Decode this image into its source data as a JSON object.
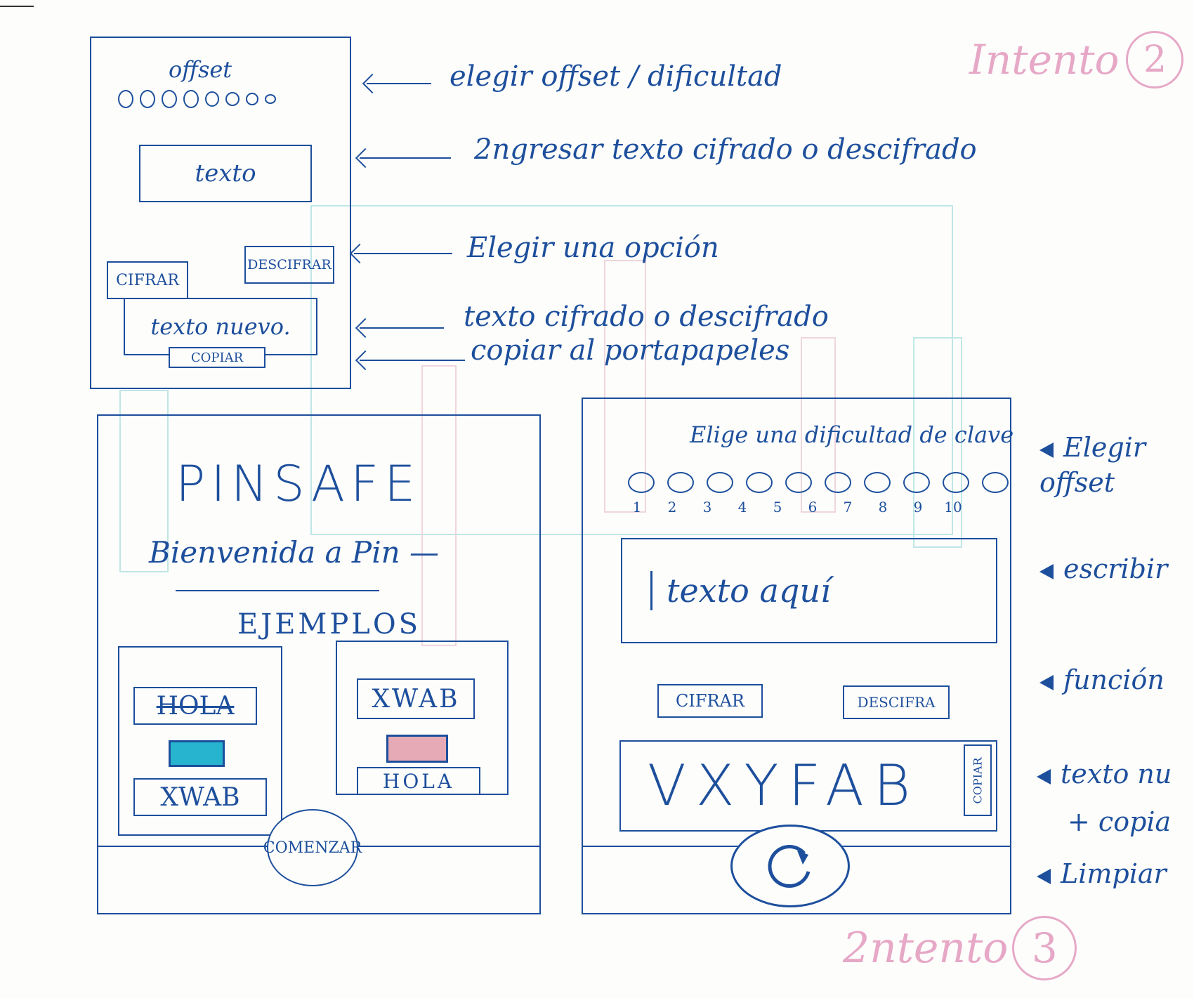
{
  "attempt_labels": {
    "top": "Intento",
    "top_number": "2",
    "bottom": "2ntento",
    "bottom_number": "3"
  },
  "sketch1": {
    "offset_label": "offset",
    "text_input": "texto",
    "cipher_button": "CIFRAR",
    "decipher_button": "DESCIFRAR",
    "output": "texto nuevo.",
    "copy_button": "COPIAR"
  },
  "sketch1_annotations": [
    "elegir offset / dificultad",
    "2ngresar texto cifrado o descifrado",
    "Elegir una opción",
    "texto cifrado o descifrado",
    "copiar al portapapeles"
  ],
  "sketch2": {
    "app_title": "PINSAFE",
    "welcome": "Bienvenida a Pin —",
    "examples_title": "EJEMPLOS",
    "example_left_top": "HOLA",
    "example_left_bottom": "XWAB",
    "example_right_top": "XWAB",
    "example_right_bottom": "HOLA",
    "start_button": "COMENZAR",
    "colors": {
      "cyan": "#27b4cf",
      "pink": "#e5aab5"
    }
  },
  "sketch3": {
    "heading": "Elige una dificultad de clave",
    "levels": [
      "1",
      "2",
      "3",
      "4",
      "5",
      "6",
      "7",
      "8",
      "9",
      "10"
    ],
    "text_input": "texto aquí",
    "cipher_button": "CIFRAR",
    "decipher_button": "DESCIFRA",
    "output": "VXYFAB",
    "copy_button": "COPIAR",
    "reset_icon": "refresh-icon"
  },
  "sketch3_annotations": [
    "Elegir offset",
    "escribir",
    "función",
    "texto nu",
    "+ copia",
    "Limpiar"
  ],
  "colors": {
    "ink": "#1d4f9c",
    "pink": "#e6a8c6"
  }
}
